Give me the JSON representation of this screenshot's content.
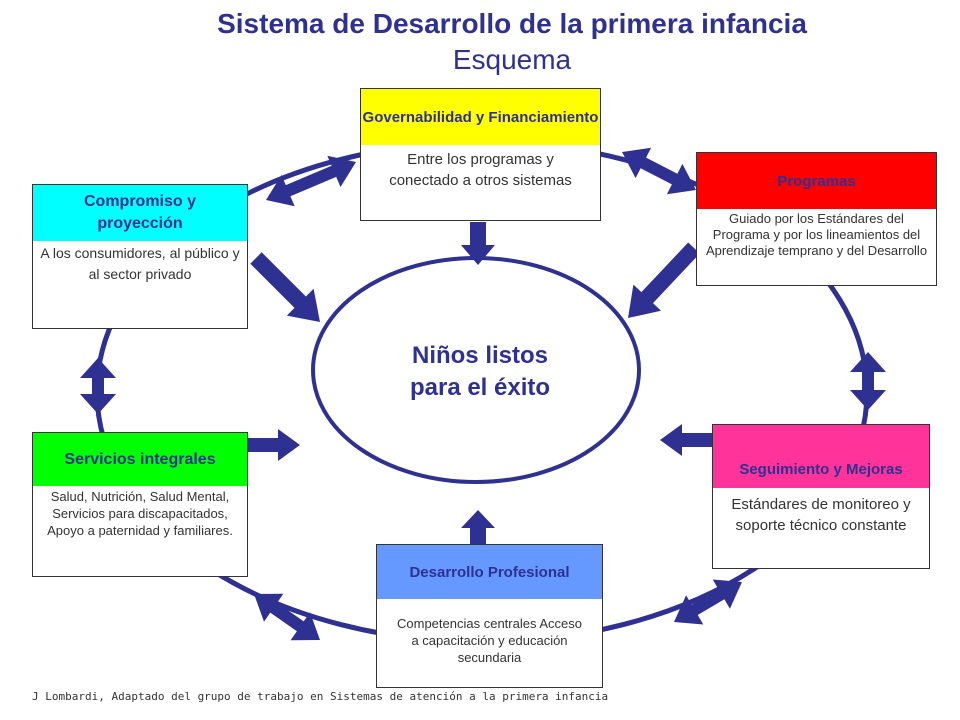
{
  "title": "Sistema de Desarrollo de la primera infancia",
  "subtitle": "Esquema",
  "center": {
    "line1": "Niños listos",
    "line2": "para el éxito"
  },
  "colors": {
    "ring": "#2e3192",
    "governance": "#ffff00",
    "programs": "#ff0000",
    "commitment": "#00ffff",
    "services": "#00ff00",
    "monitoring": "#ff3399",
    "development": "#6699ff"
  },
  "boxes": {
    "governance": {
      "title": "Governabilidad y Financiamiento",
      "body": "Entre los programas y conectado a otros sistemas"
    },
    "programs": {
      "title": "Programas",
      "body": "Guiado por los Estándares del Programa y por los lineamientos del Aprendizaje temprano y del Desarrollo"
    },
    "commitment": {
      "title": "Compromiso y proyección",
      "body": "A los consumidores, al público y al sector privado"
    },
    "services": {
      "title": "Servicios integrales",
      "body": "Salud, Nutrición, Salud Mental, Servicios para discapacitados, Apoyo a paternidad y familiares."
    },
    "monitoring": {
      "title": "Seguimiento y Mejoras",
      "body": "Estándares de monitoreo y soporte técnico constante"
    },
    "development": {
      "title": "Desarrollo Profesional",
      "body": "Competencias centrales Acceso a capacitación y educación secundaria"
    }
  },
  "footer": "J Lombardi, Adaptado del grupo de trabajo en Sistemas de atención a la primera infancia"
}
